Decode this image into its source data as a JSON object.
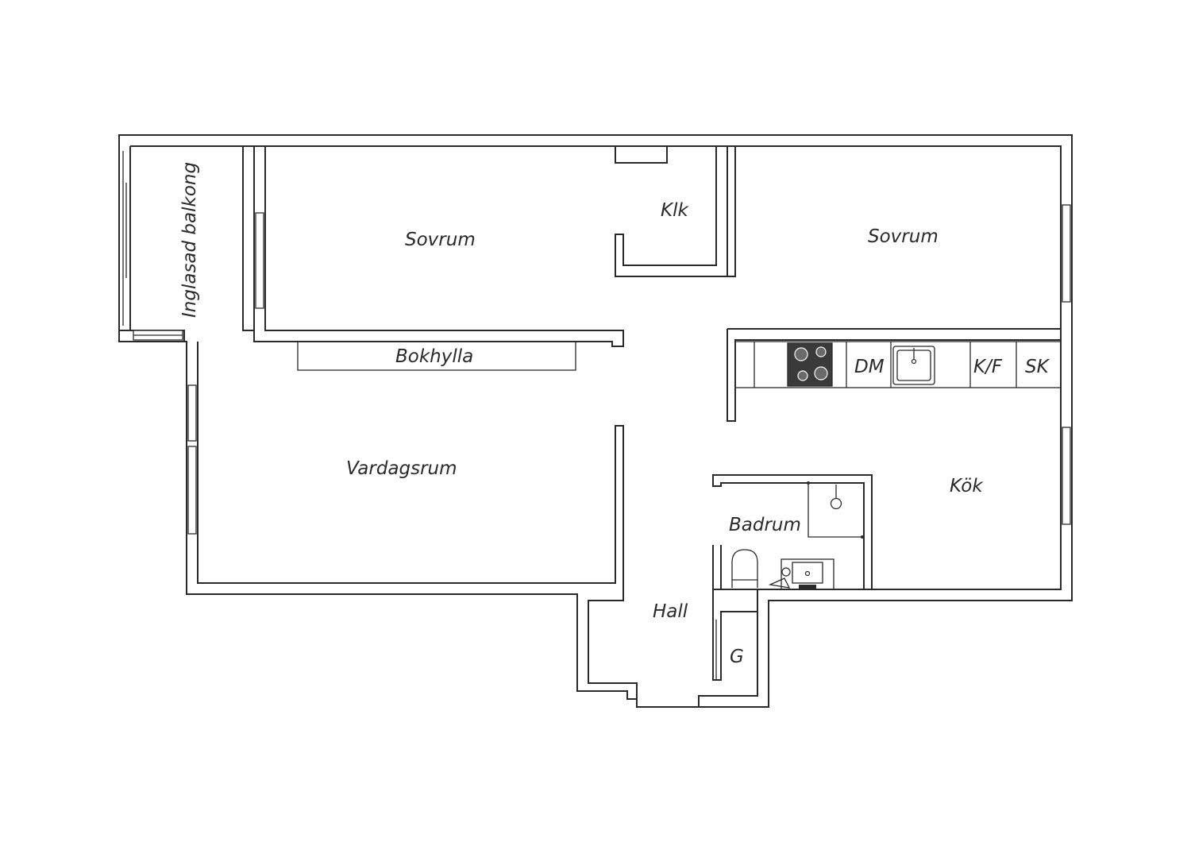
{
  "rooms": {
    "balcony": "Inglasad balkong",
    "bedroom_left": "Sovrum",
    "closet": "Klk",
    "bedroom_right": "Sovrum",
    "bookshelf": "Bokhylla",
    "living_room": "Vardagsrum",
    "kitchen": "Kök",
    "bathroom": "Badrum",
    "hall": "Hall",
    "wardrobe": "G"
  },
  "appliances": {
    "dishwasher": "DM",
    "fridge_freezer": "K/F",
    "cabinet": "SK"
  },
  "colors": {
    "line": "#2a2a2a",
    "hob": "#3a3a3a",
    "background": "#ffffff"
  },
  "icons": [
    "hob-icon",
    "kitchen-sink-icon",
    "shower-icon",
    "toilet-icon",
    "bathroom-sink-icon"
  ]
}
